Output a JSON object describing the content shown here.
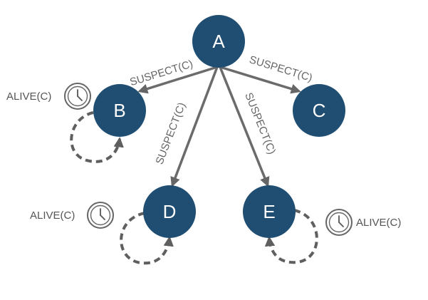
{
  "nodes": {
    "A": "A",
    "B": "B",
    "C": "C",
    "D": "D",
    "E": "E"
  },
  "edges": {
    "a_to_b": "SUSPECT(C)",
    "a_to_c": "SUSPECT(C)",
    "a_to_d": "SUSPECT(C)",
    "a_to_e": "SUSPECT(C)"
  },
  "status": {
    "b": "ALIVE(C)",
    "d": "ALIVE(C)",
    "e": "ALIVE(C)"
  },
  "icons": {
    "timer": "clock-icon"
  },
  "colors": {
    "node": "#1f4e72",
    "edge": "#6b6b6b",
    "text": "#666666"
  }
}
